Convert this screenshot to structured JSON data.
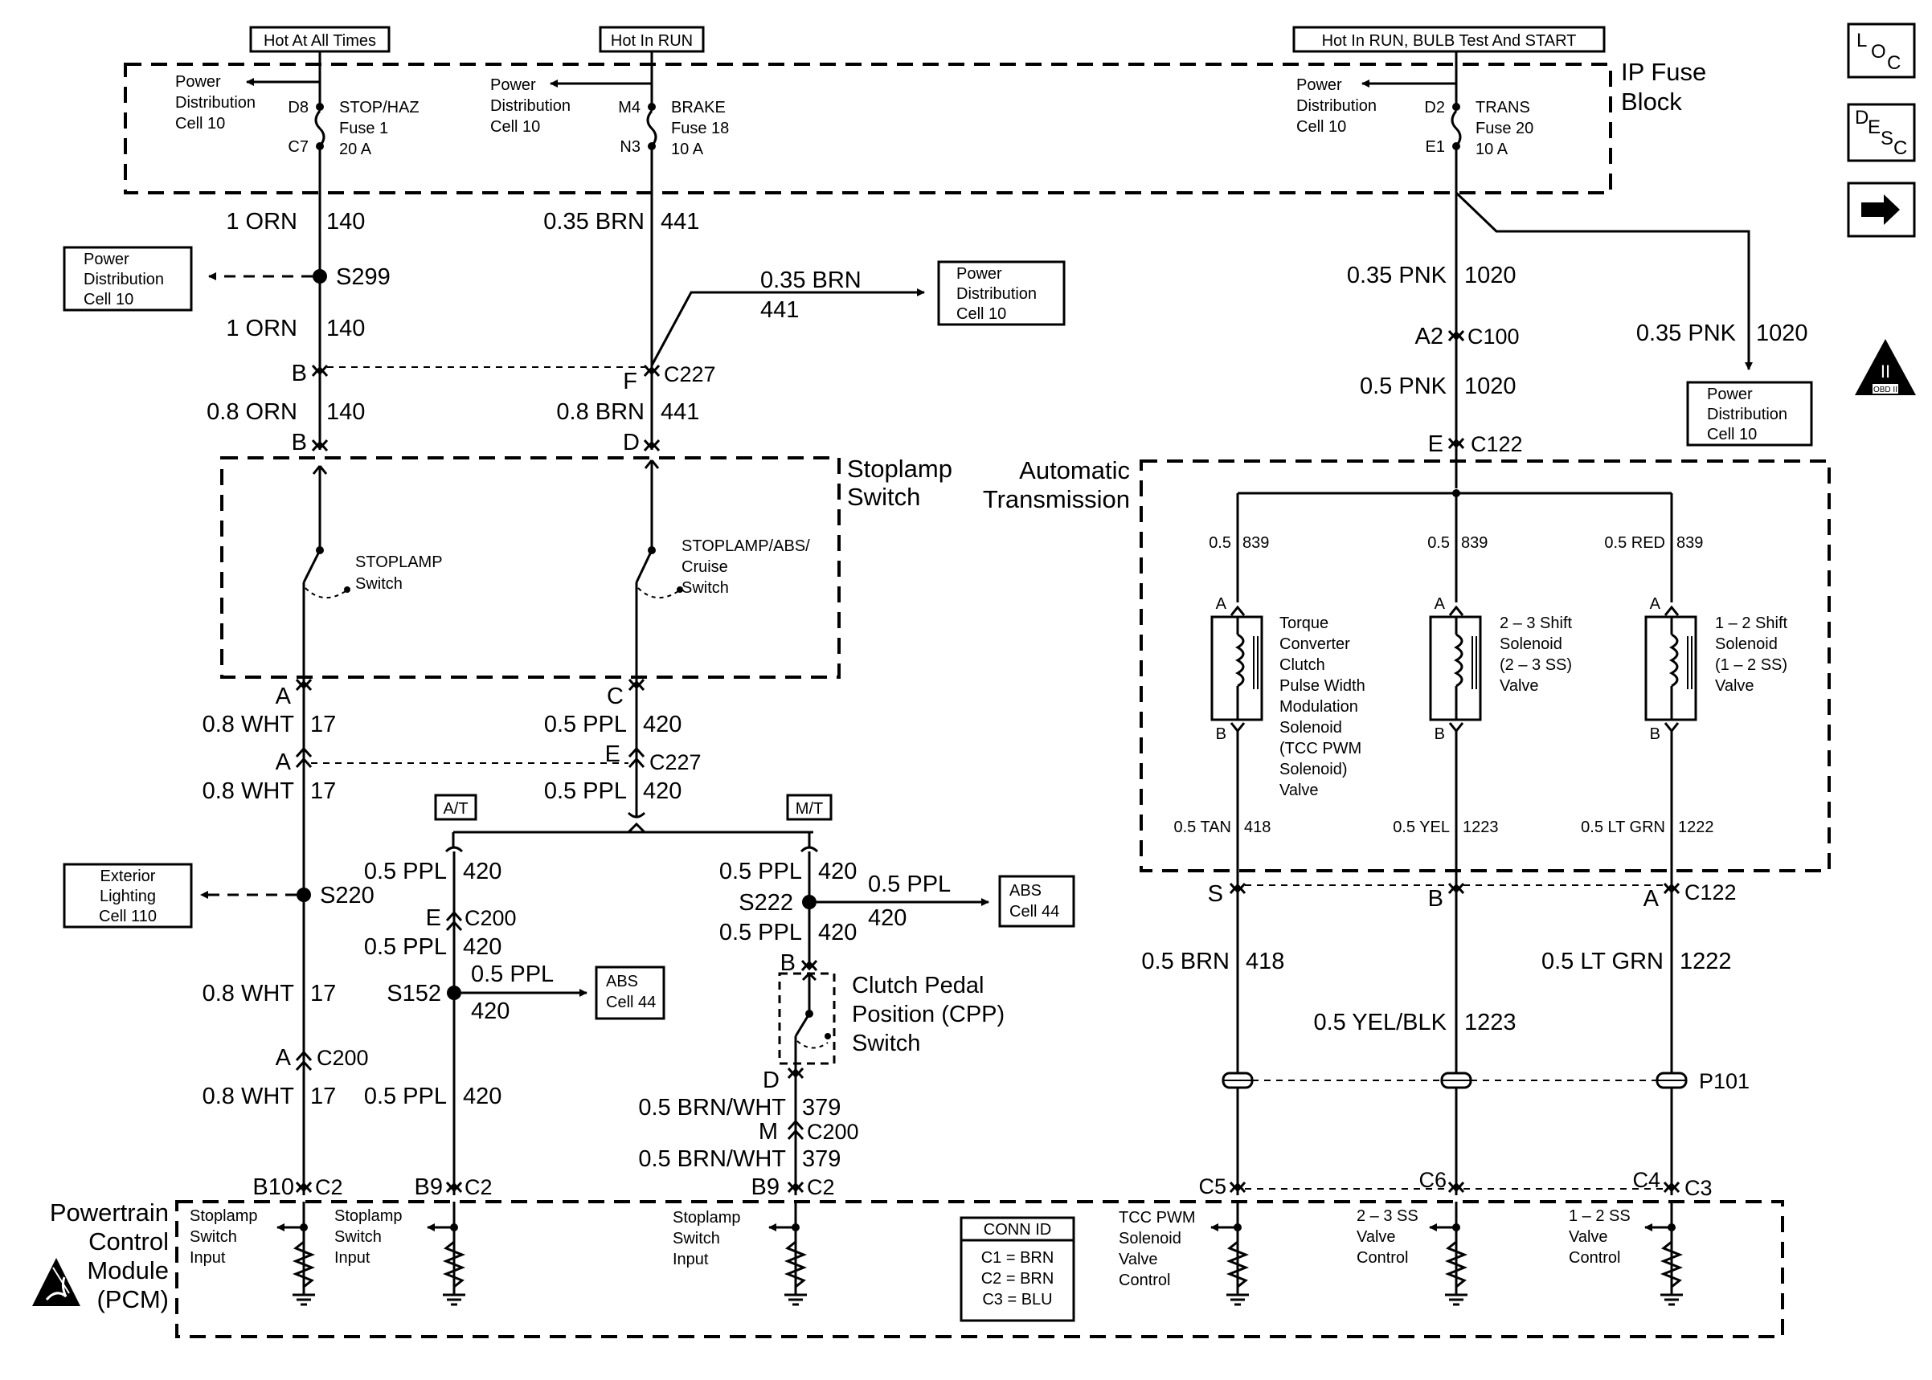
{
  "sources": {
    "hot_all_times": "Hot At All Times",
    "hot_in_run": "Hot In RUN",
    "hot_run_bulb_start": "Hot In RUN, BULB Test And START"
  },
  "fuse_block": {
    "name_l1": "IP Fuse",
    "name_l2": "Block",
    "pd_l1": "Power",
    "pd_l2": "Distribution",
    "pd_l3": "Cell 10",
    "fuse1": {
      "top_pin": "D8",
      "bot_pin": "C7",
      "l1": "STOP/HAZ",
      "l2": "Fuse 1",
      "l3": "20 A"
    },
    "fuse18": {
      "top_pin": "M4",
      "bot_pin": "N3",
      "l1": "BRAKE",
      "l2": "Fuse 18",
      "l3": "10 A"
    },
    "fuse20": {
      "top_pin": "D2",
      "bot_pin": "E1",
      "l1": "TRANS",
      "l2": "Fuse 20",
      "l3": "10 A"
    }
  },
  "wires": {
    "orn_1": "1 ORN",
    "orn_08": "0.8 ORN",
    "n140": "140",
    "brn_035": "0.35 BRN",
    "brn_08": "0.8 BRN",
    "n441": "441",
    "pnk_035": "0.35 PNK",
    "pnk_05": "0.5 PNK",
    "n1020": "1020",
    "wht_08": "0.8 WHT",
    "n17": "17",
    "ppl_05": "0.5 PPL",
    "n420": "420",
    "brnwht_05": "0.5 BRN/WHT",
    "n379": "379",
    "brn_05": "0.5 BRN",
    "n418": "418",
    "yelblk_05": "0.5 YEL/BLK",
    "n1223": "1223",
    "ltgrn_05": "0.5 LT GRN",
    "n1222": "1222",
    "c839_a": "0.5",
    "c839_b": "0.5",
    "c839_c": "0.5 RED",
    "n839": "839",
    "tan_05": "0.5 TAN",
    "yel_05": "0.5 YEL",
    "ltgrn_small": "0.5 LT GRN"
  },
  "splices": {
    "s299": "S299",
    "s220": "S220",
    "s152": "S152",
    "s222": "S222"
  },
  "connectors": {
    "c227": "C227",
    "c200": "C200",
    "c100": "C100",
    "c122": "C122",
    "c2": "C2",
    "c5": "C5",
    "c6": "C6",
    "c4": "C4",
    "c3": "C3",
    "p101": "P101"
  },
  "pins": {
    "B": "B",
    "D": "D",
    "F": "F",
    "A": "A",
    "C": "C",
    "E": "E",
    "M": "M",
    "A2": "A2",
    "S": "S",
    "B10": "B10",
    "B9": "B9"
  },
  "refs": {
    "power_dist": [
      "Power",
      "Distribution",
      "Cell 10"
    ],
    "ext_light": [
      "Exterior",
      "Lighting",
      "Cell 110"
    ],
    "abs": [
      "ABS",
      "Cell 44"
    ]
  },
  "stoplamp_switch": {
    "title_l1": "Stoplamp",
    "title_l2": "Switch",
    "sw1_l1": "STOPLAMP",
    "sw1_l2": "Switch",
    "sw2_l1": "STOPLAMP/ABS/",
    "sw2_l2": "Cruise",
    "sw2_l3": "Switch"
  },
  "trans_options": {
    "at": "A/T",
    "mt": "M/T"
  },
  "cpp_switch": {
    "l1": "Clutch Pedal",
    "l2": "Position (CPP)",
    "l3": "Switch"
  },
  "auto_trans": {
    "title_l1": "Automatic",
    "title_l2": "Transmission",
    "tcc": [
      "Torque",
      "Converter",
      "Clutch",
      "Pulse Width",
      "Modulation",
      "Solenoid",
      "(TCC PWM",
      "Solenoid)",
      "Valve"
    ],
    "ss23": [
      "2 – 3 Shift",
      "Solenoid",
      "(2 – 3 SS)",
      "Valve"
    ],
    "ss12": [
      "1 – 2 Shift",
      "Solenoid",
      "(1 – 2 SS)",
      "Valve"
    ]
  },
  "pcm": {
    "name": [
      "Powertrain",
      "Control",
      "Module",
      "(PCM)"
    ],
    "input": [
      "Stoplamp",
      "Switch",
      "Input"
    ],
    "tcc_ctrl": [
      "TCC PWM",
      "Solenoid",
      "Valve",
      "Control"
    ],
    "ss23_ctrl": [
      "2 – 3 SS",
      "Valve",
      "Control"
    ],
    "ss12_ctrl": [
      "1 – 2 SS",
      "Valve",
      "Control"
    ]
  },
  "conn_id": {
    "title": "CONN ID",
    "rows": [
      "C1 = BRN",
      "C2 = BRN",
      "C3 = BLU"
    ]
  },
  "nav": {
    "loc_l": "L",
    "loc_o": "O",
    "loc_c": "C",
    "desc_d": "D",
    "desc_e": "E",
    "desc_s": "S",
    "desc_c": "C",
    "obd_roman": "II",
    "obd_text": "OBD II"
  }
}
